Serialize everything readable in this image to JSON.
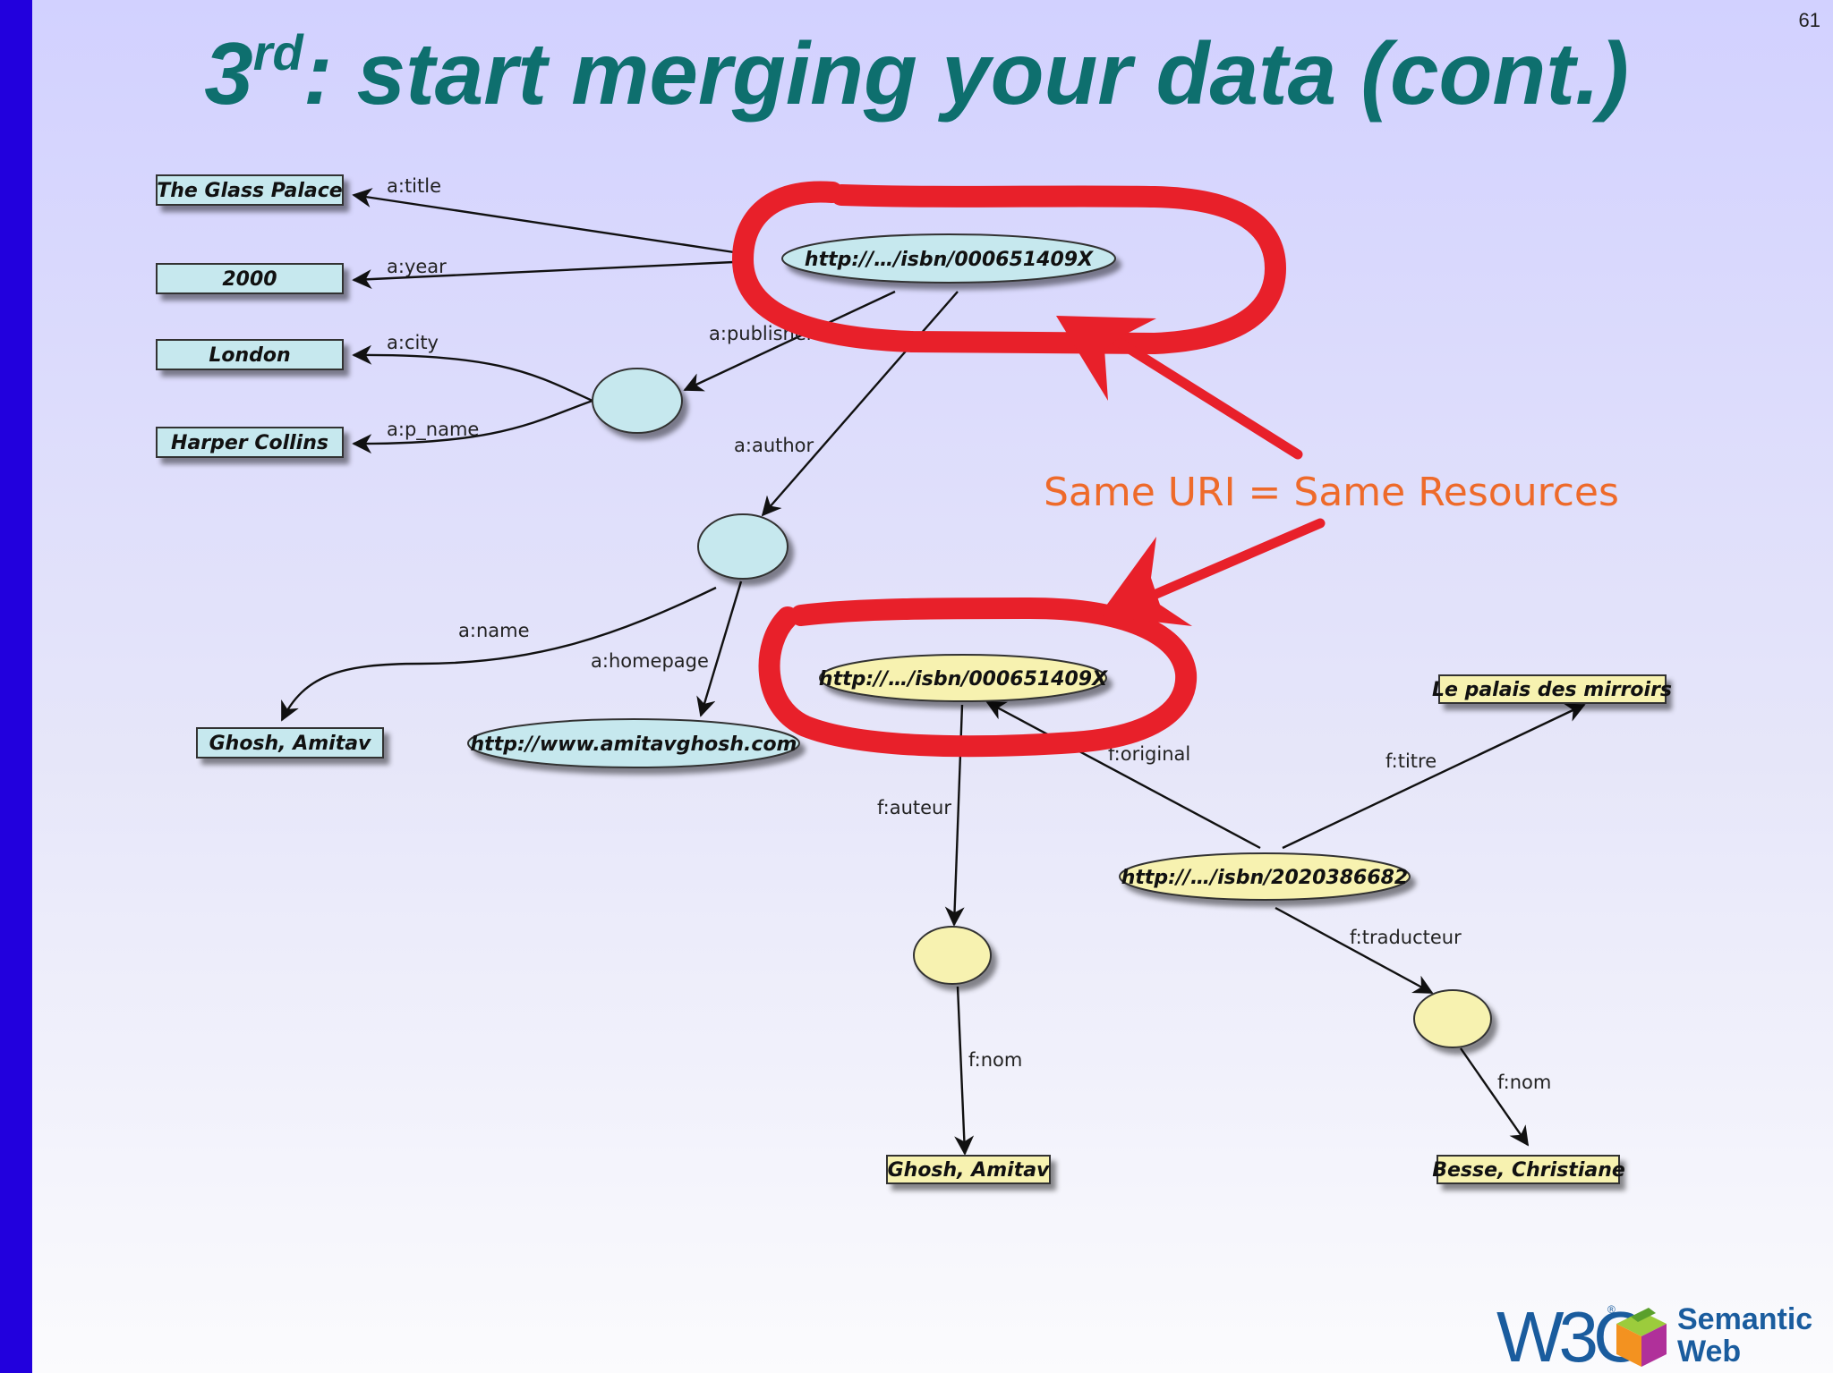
{
  "slide": {
    "number": "61",
    "title_ordinal": "3",
    "title_suffix": "rd",
    "title_rest": ": start merging your data (cont.)"
  },
  "colors": {
    "title": "#0e6f6e",
    "sidebar": "#2200dd",
    "blue_node": "#c6e8ee",
    "yellow_node": "#f7f2b0",
    "highlight": "#e8202a",
    "callout_text": "#ee6a2a"
  },
  "diagram": {
    "literals_a": {
      "title": "The Glass Palace",
      "year": "2000",
      "city": "London",
      "publisher": "Harper Collins",
      "author_name": "Ghosh, Amitav"
    },
    "uris_a": {
      "book": "http://…/isbn/000651409X",
      "homepage": "http://www.amitavghosh.com"
    },
    "uris_f": {
      "book": "http://…/isbn/000651409X",
      "translation": "http://…/isbn/2020386682"
    },
    "literals_f": {
      "titre": "Le palais des mirroirs",
      "auteur_nom": "Ghosh, Amitav",
      "traducteur_nom": "Besse, Christiane"
    },
    "edges": {
      "title": "a:title",
      "year": "a:year",
      "publisher": "a:publisher",
      "city": "a:city",
      "p_name": "a:p_name",
      "author": "a:author",
      "name": "a:name",
      "homepage": "a:homepage",
      "original": "f:original",
      "titre": "f:titre",
      "auteur": "f:auteur",
      "traducteur": "f:traducteur",
      "nom_auteur": "f:nom",
      "nom_traducteur": "f:nom"
    },
    "callout": "Same URI = Same Resources"
  },
  "logo": {
    "w3c": "W3C",
    "registered": "®",
    "line1": "Semantic",
    "line2": "Web"
  }
}
